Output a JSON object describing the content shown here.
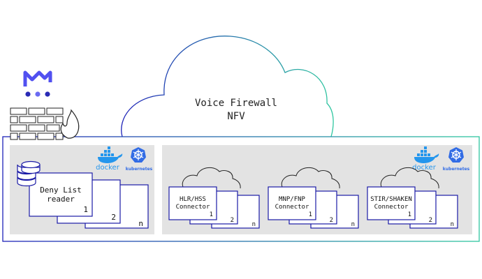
{
  "cloud_title": {
    "line1": "Voice Firewall",
    "line2": "NFV"
  },
  "deny_list": {
    "line1": "Deny List",
    "line2": "reader",
    "card_numbers": [
      "1",
      "2",
      "n"
    ]
  },
  "connectors": [
    {
      "line1": "HLR/HSS",
      "line2": "Connector",
      "card_numbers": [
        "1",
        "2",
        "n"
      ]
    },
    {
      "line1": "MNP/FNP",
      "line2": "Connector",
      "card_numbers": [
        "1",
        "2",
        "n"
      ]
    },
    {
      "line1": "STIR/SHAKEN",
      "line2": "Connector",
      "card_numbers": [
        "1",
        "2",
        "n"
      ]
    }
  ],
  "badges": {
    "docker": "docker",
    "kubernetes": "kubernetes"
  },
  "icons": [
    "logo-icon",
    "firewall-icon",
    "database-icon",
    "cloud-icon",
    "docker-icon",
    "kubernetes-icon"
  ],
  "colors": {
    "panel_fill": "#e3e3e3",
    "card_stroke": "#1a1aa6",
    "gradient_start": "#1e22b8",
    "gradient_end": "#2fc7a0",
    "docker_blue": "#2496ed",
    "k8s_blue": "#326ce5"
  }
}
